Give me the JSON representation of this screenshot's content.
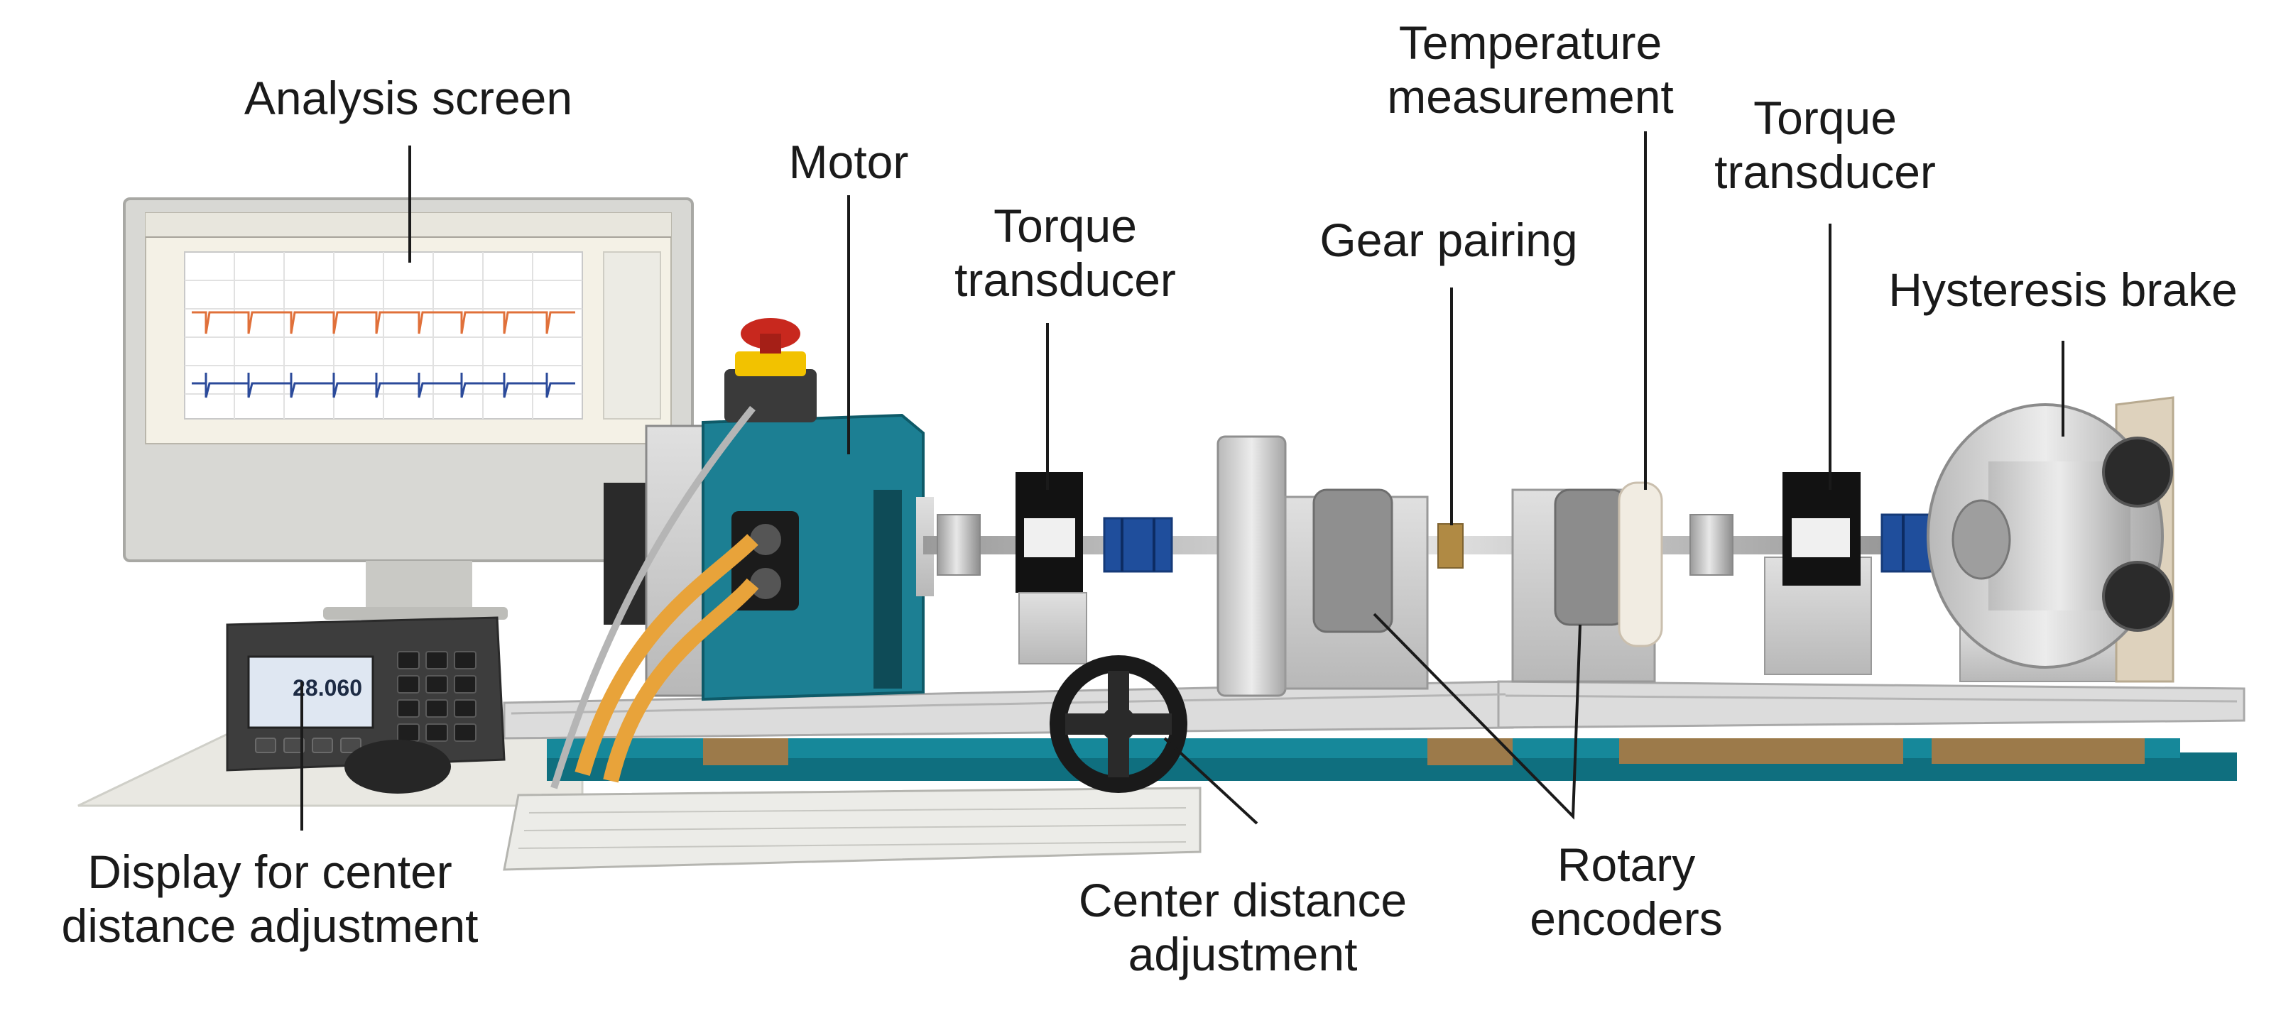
{
  "labels": {
    "analysis_screen": "Analysis screen",
    "motor": "Motor",
    "torque_transducer_1": [
      "Torque",
      "transducer"
    ],
    "gear_pairing": "Gear pairing",
    "temperature_measurement": [
      "Temperature",
      "measurement"
    ],
    "torque_transducer_2": [
      "Torque",
      "transducer"
    ],
    "hysteresis_brake": "Hysteresis brake",
    "display_for_center_distance": [
      "Display for center",
      "distance adjustment"
    ],
    "center_distance_adjustment": [
      "Center distance",
      "adjustment"
    ],
    "rotary_encoders": [
      "Rotary",
      "encoders"
    ]
  },
  "display_readout": "28.060",
  "colors": {
    "motor_housing": "#1c7f93",
    "base_rail": "#0f6f7f",
    "cable_orange": "#e8a33a",
    "coupling_blue": "#1f4e9c",
    "screen_bg": "#f4f1e6",
    "plot_orange": "#e0703a",
    "plot_blue": "#2b4a9a",
    "estop_red": "#c8281e",
    "estop_yellow": "#f2c200"
  },
  "icons": [
    "emergency-stop-button",
    "cooling-fan"
  ]
}
